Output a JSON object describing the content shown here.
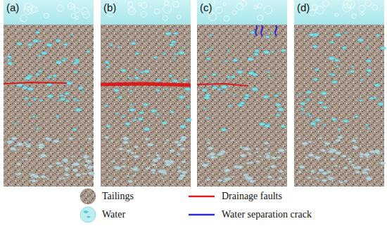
{
  "diagram": {
    "nodes": [
      {
        "text": [
          "(a)"
        ]
      },
      {
        "text": [
          "(b)"
        ]
      },
      {
        "text": [
          "(c)"
        ]
      },
      {
        "text": [
          "(d)"
        ]
      }
    ],
    "legend": [
      {
        "text": "Tailings"
      },
      {
        "text": "Drainage faults"
      },
      {
        "text": "Water"
      },
      {
        "text": "Water separation crack"
      }
    ]
  }
}
